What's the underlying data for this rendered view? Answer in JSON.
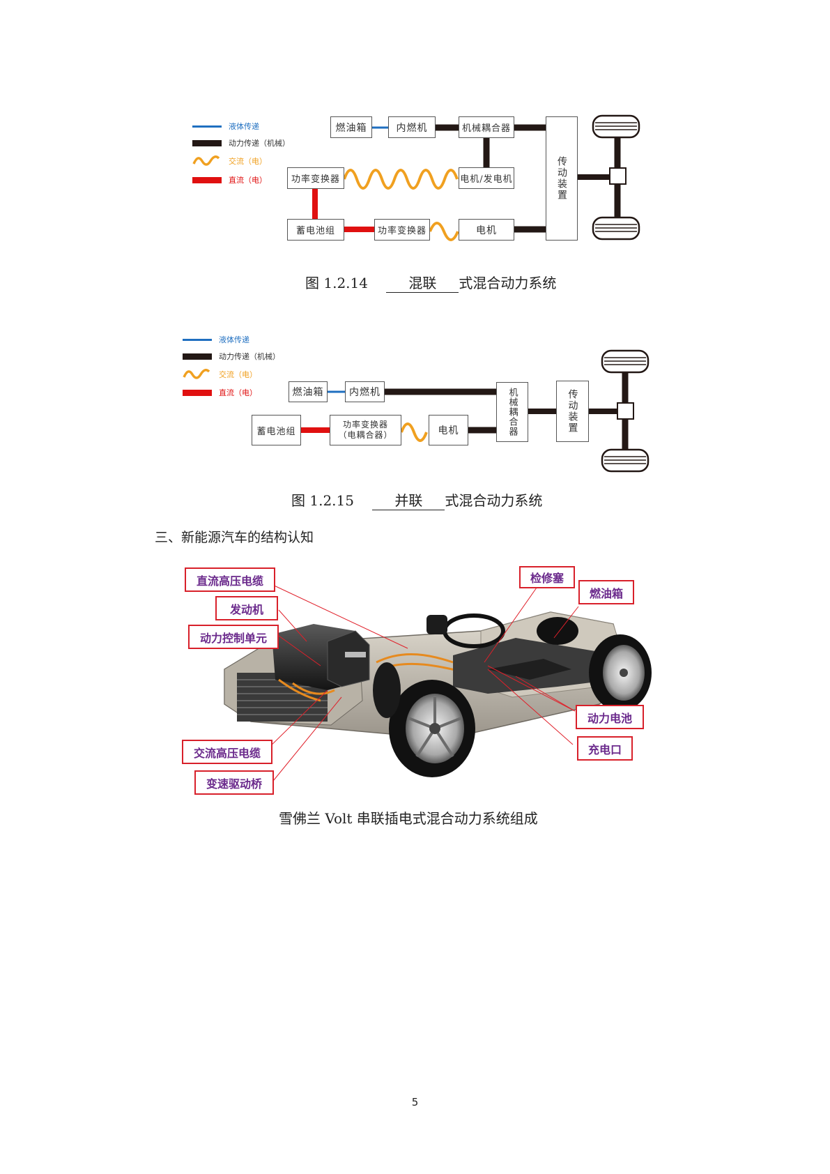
{
  "legend": {
    "liquid": "液体传递",
    "mechanical": "动力传递（机械）",
    "ac": "交流（电）",
    "dc": "直流（电）"
  },
  "fig14": {
    "fuel_tank": "燃油箱",
    "engine": "内燃机",
    "mech_coupler": "机械耦合器",
    "power_converter_1": "功率变换器",
    "motor_generator": "电机/发电机",
    "battery": "蓄电池组",
    "power_converter_2": "功率变换器",
    "motor": "电机",
    "transmission": "传动装置",
    "caption_prefix": "图 1.2.14",
    "caption_blank": "混联",
    "caption_suffix": "式混合动力系统"
  },
  "fig15": {
    "fuel_tank": "燃油箱",
    "engine": "内燃机",
    "mech_coupler": "机械耦合器",
    "transmission": "传动装置",
    "battery": "蓄电池组",
    "power_converter": "功率变换器（电耦合器）",
    "motor": "电机",
    "caption_prefix": "图 1.2.15",
    "caption_blank": "并联",
    "caption_suffix": "式混合动力系统"
  },
  "section_heading": "三、新能源汽车的结构认知",
  "car_figure": {
    "labels": {
      "dc_cable": "直流高压电缆",
      "engine": "发动机",
      "pcu": "动力控制单元",
      "ac_cable": "交流高压电缆",
      "drive_axle": "变速驱动桥",
      "service_plug": "检修塞",
      "fuel_tank": "燃油箱",
      "battery": "动力电池",
      "charge_port": "充电口"
    },
    "caption": "雪佛兰 Volt 串联插电式混合动力系统组成"
  },
  "page_number": "5",
  "colors": {
    "liquid": "#1f6fc0",
    "mechanical": "#231815",
    "ac": "#f0a020",
    "dc": "#e01010",
    "callout_border": "#d8202a",
    "callout_text": "#6b2a8c"
  }
}
